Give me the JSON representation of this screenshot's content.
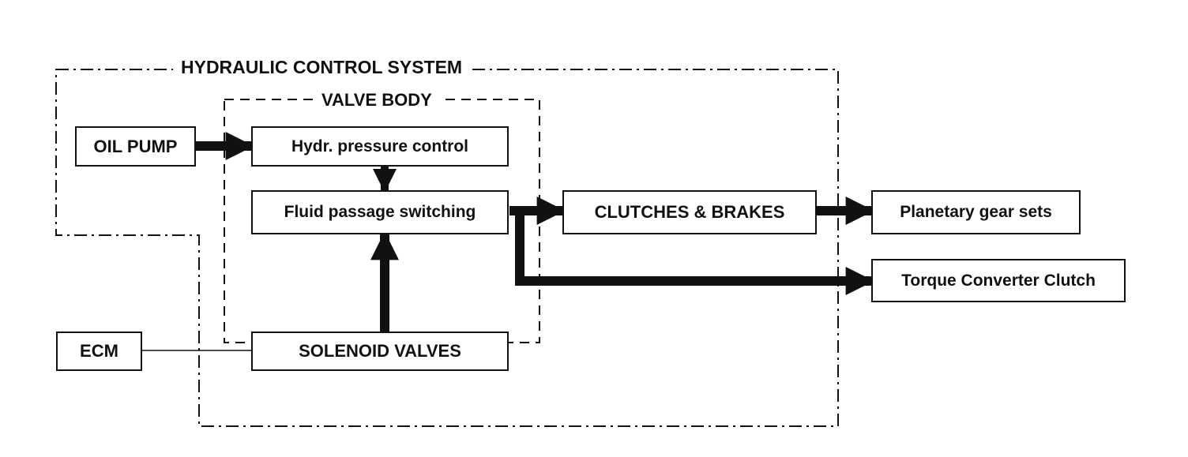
{
  "diagram": {
    "title_system": "HYDRAULIC CONTROL SYSTEM",
    "title_valve_body": "VALVE BODY",
    "blocks": {
      "oil_pump": "OIL PUMP",
      "pressure_control": "Hydr. pressure control",
      "fluid_switching": "Fluid passage switching",
      "solenoid_valves": "SOLENOID VALVES",
      "ecm": "ECM",
      "clutches_brakes": "CLUTCHES & BRAKES",
      "planetary": "Planetary gear sets",
      "tcc": "Torque Converter Clutch"
    }
  }
}
